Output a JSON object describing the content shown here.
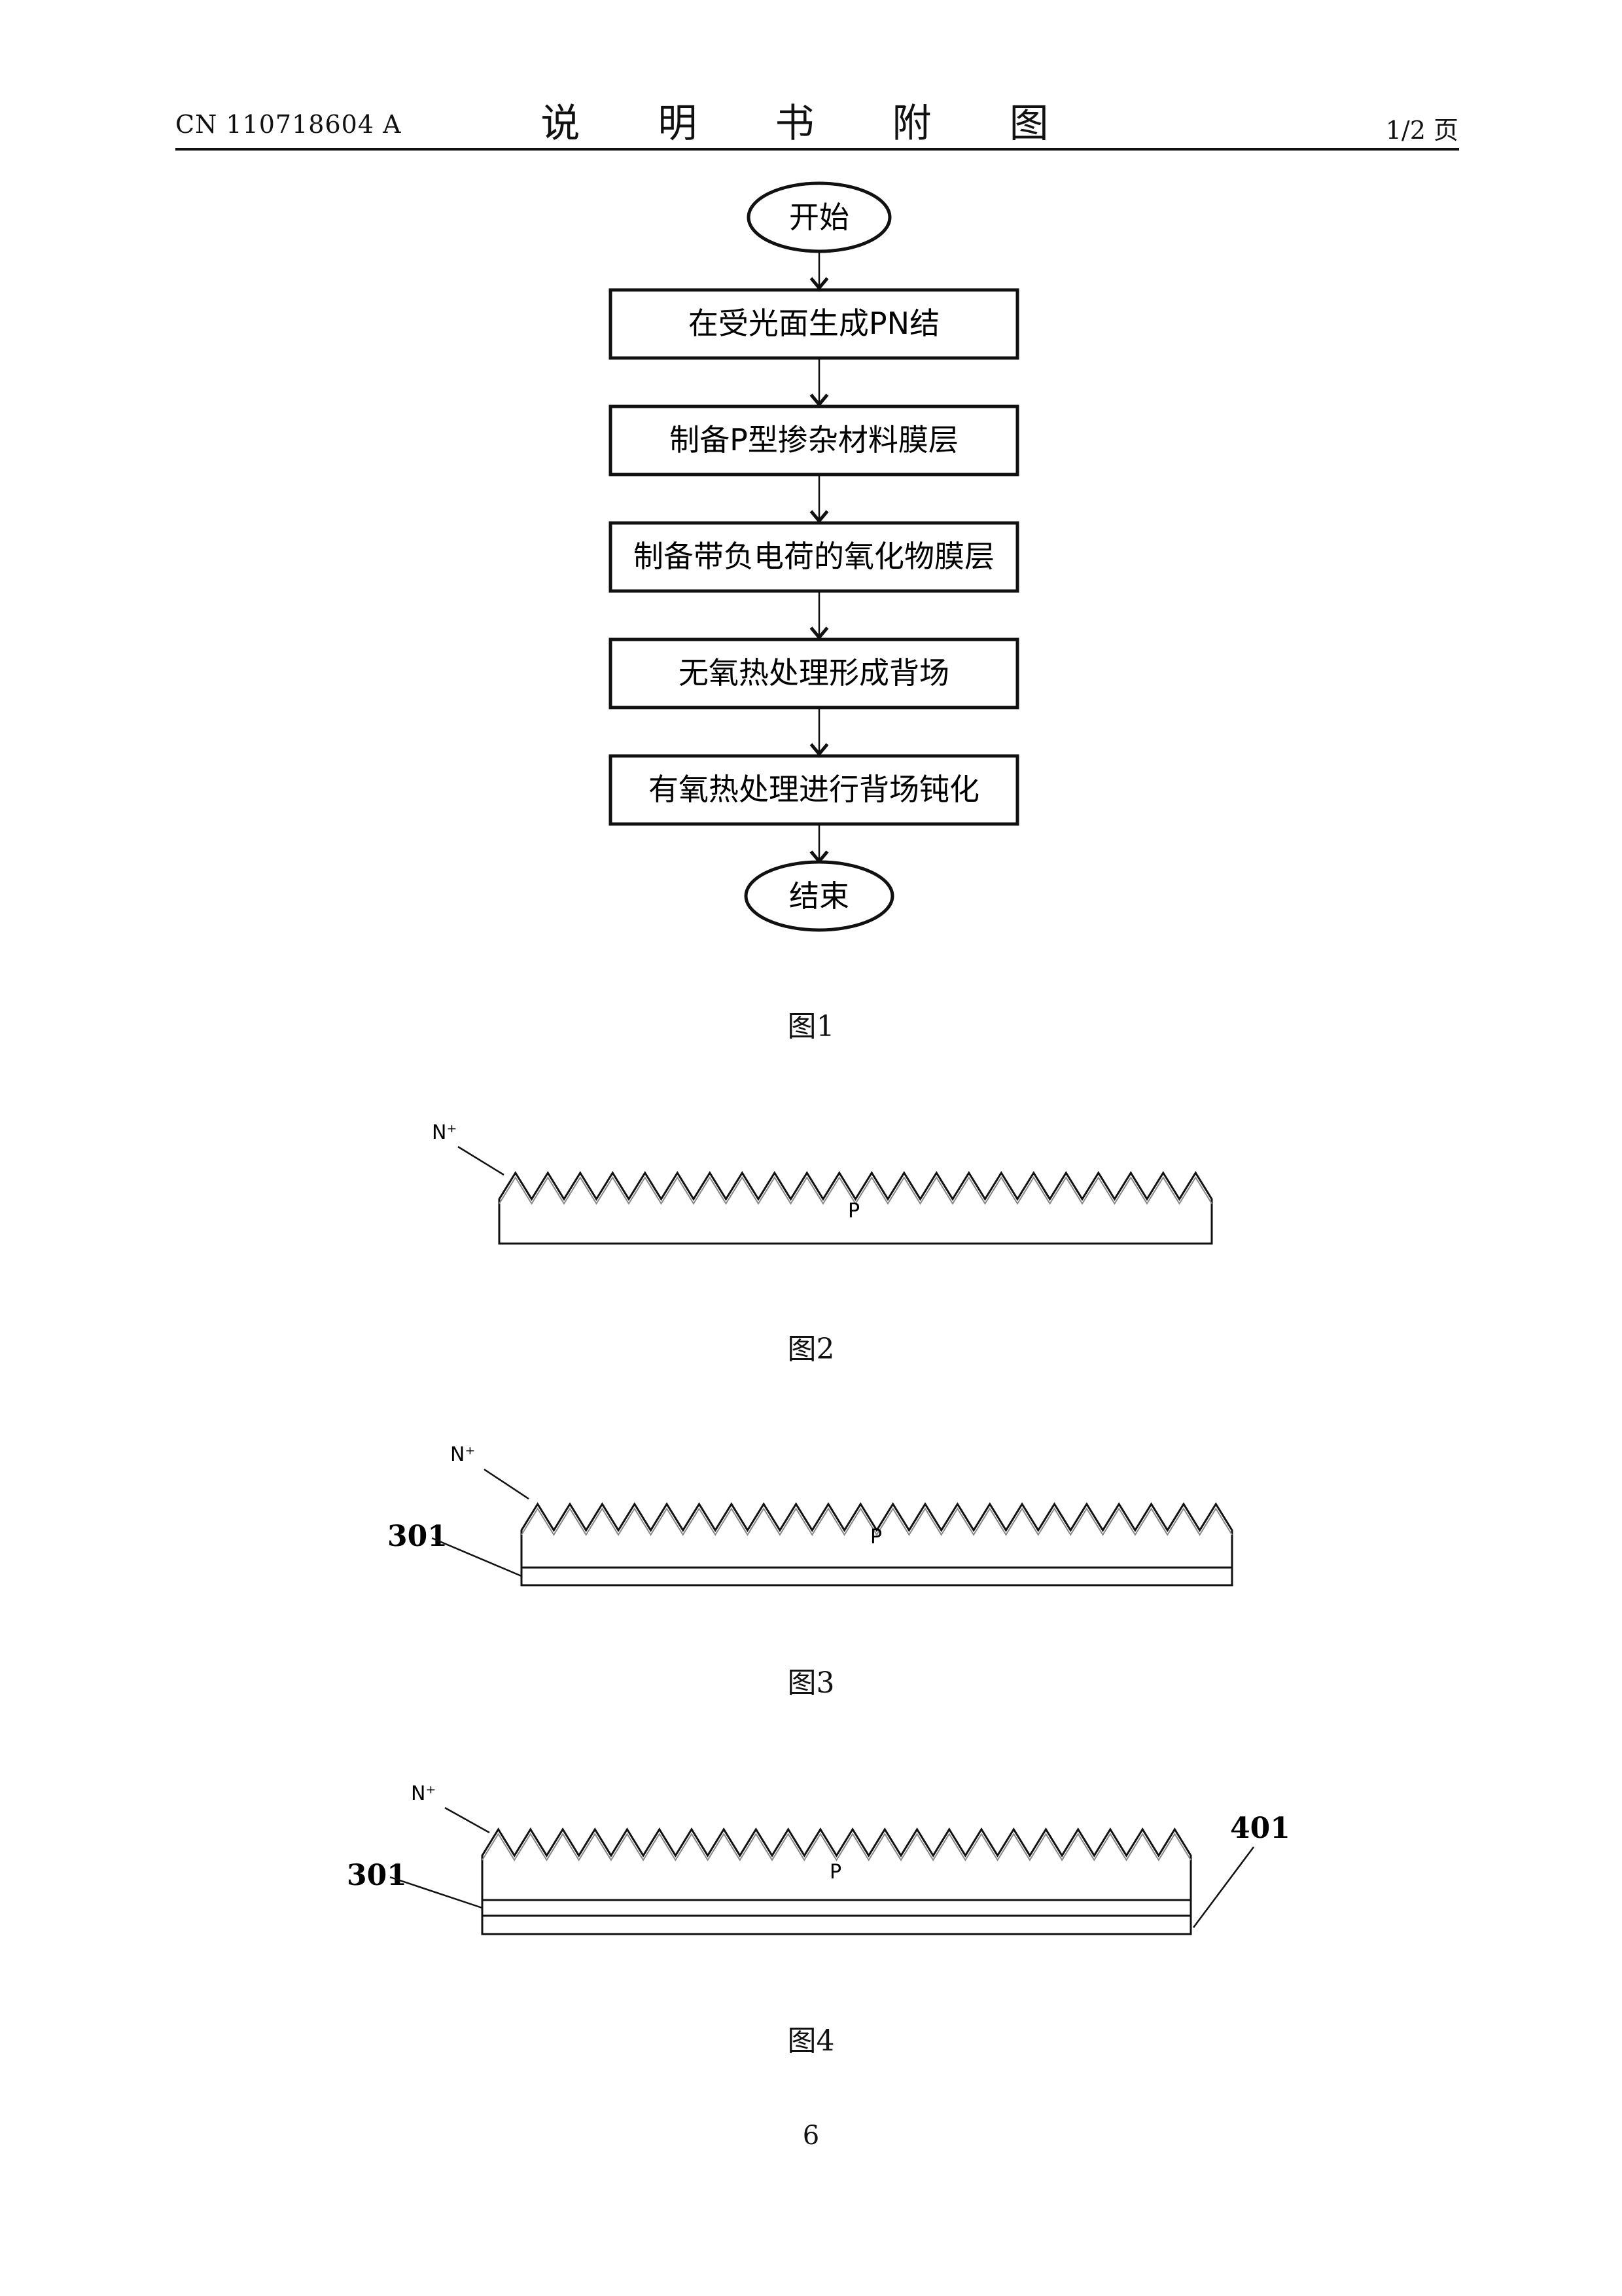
{
  "header": {
    "doc_number": "CN 110718604 A",
    "title": "说 明 书 附 图",
    "page_of": "1/2 页"
  },
  "flowchart": {
    "start": "开始",
    "steps": [
      "在受光面生成PN结",
      "制备P型掺杂材料膜层",
      "制备带负电荷的氧化物膜层",
      "无氧热处理形成背场",
      "有氧热处理进行背场钝化"
    ],
    "end": "结束"
  },
  "figures": {
    "fig1_caption": "图1",
    "fig2_caption": "图2",
    "fig3_caption": "图3",
    "fig4_caption": "图4",
    "fig2": {
      "n_label": "N⁺",
      "p_label": "P"
    },
    "fig3": {
      "n_label": "N⁺",
      "p_label": "P",
      "layer_label": "301"
    },
    "fig4": {
      "n_label": "N⁺",
      "p_label": "P",
      "layer1_label": "301",
      "layer2_label": "401"
    }
  },
  "footer": {
    "page_number": "6"
  }
}
